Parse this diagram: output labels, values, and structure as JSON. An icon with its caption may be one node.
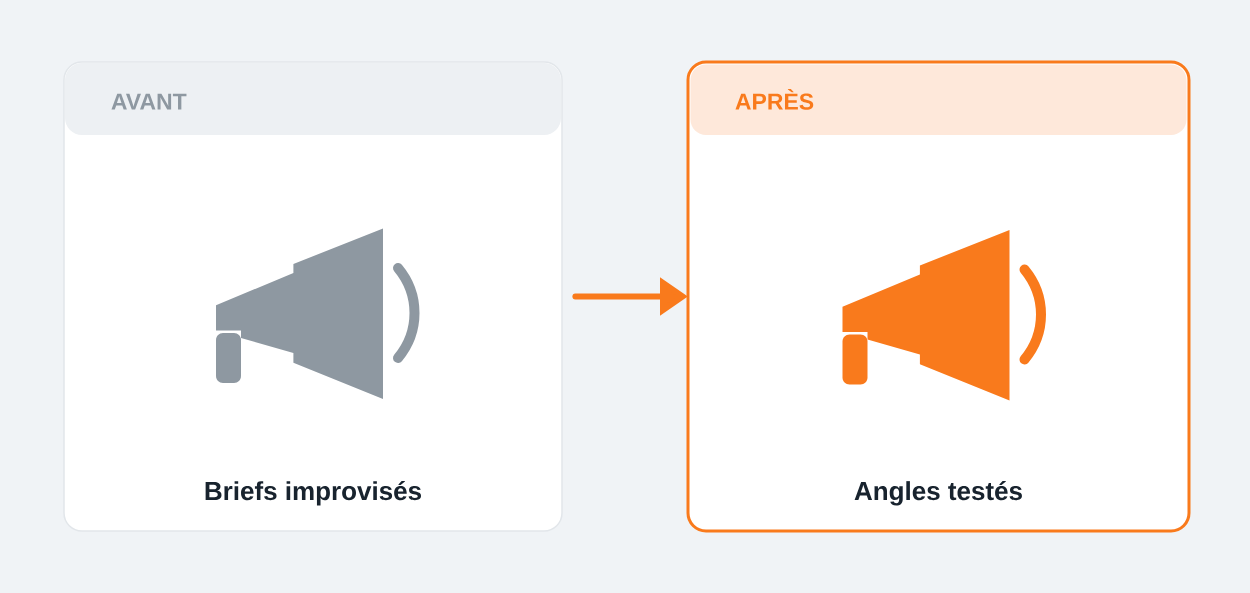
{
  "diagram": {
    "nodes": [
      {
        "text": [
          "AVANT",
          "Briefs improvisés"
        ]
      },
      {
        "text": [
          "APRÈS",
          "Angles testés"
        ]
      }
    ],
    "edges": [
      {
        "from": 0,
        "to": 1,
        "arrow": "to"
      }
    ]
  }
}
